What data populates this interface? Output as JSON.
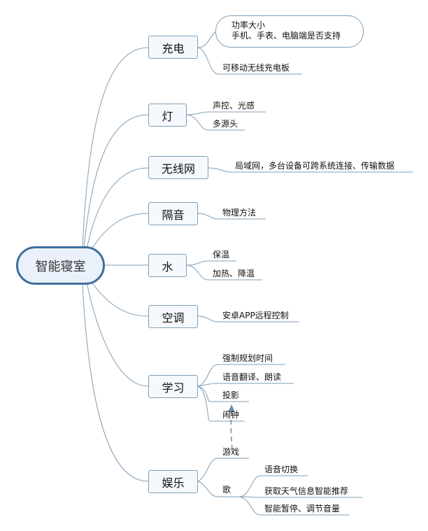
{
  "root": "智能寝室",
  "branches": [
    {
      "id": "charging",
      "label": "充电",
      "note": [
        "功率大小",
        "手机、手表、电脑端是否支持"
      ],
      "children": [
        "可移动无线充电板"
      ]
    },
    {
      "id": "light",
      "label": "灯",
      "children": [
        "声控、光感",
        "多源头"
      ]
    },
    {
      "id": "wifi",
      "label": "无线网",
      "children": [
        "局域网，多台设备可跨系统连接、传输数据"
      ]
    },
    {
      "id": "soundproof",
      "label": "隔音",
      "children": [
        "物理方法"
      ]
    },
    {
      "id": "water",
      "label": "水",
      "children": [
        "保温",
        "加热、降温"
      ]
    },
    {
      "id": "aircon",
      "label": "空调",
      "children": [
        "安卓APP远程控制"
      ]
    },
    {
      "id": "study",
      "label": "学习",
      "children": [
        "强制规划时间",
        "语音翻译、朗读",
        "投影",
        "闹钟"
      ]
    },
    {
      "id": "entertainment",
      "label": "娱乐",
      "children": [
        "游戏",
        "歌"
      ],
      "song_children": [
        "语音切换",
        "获取天气信息智能推荐",
        "智能暂停、调节音量"
      ]
    }
  ],
  "colors": {
    "line": "#7f9fb8",
    "root_border": "#3f6f9b",
    "root_fill": "#eaf1fa",
    "node_fill": "#f5f9fd",
    "arrow": "#6f8fa8"
  }
}
